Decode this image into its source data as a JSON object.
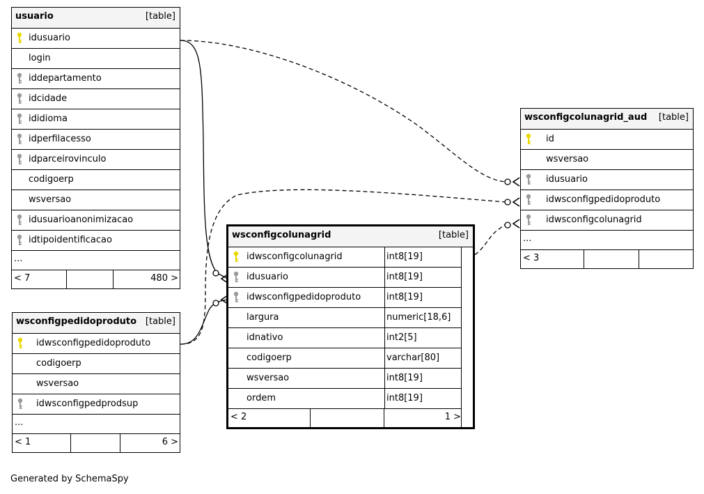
{
  "tables": [
    {
      "id": "usuario",
      "name": "usuario",
      "type_label": "[table]",
      "focus": false,
      "columns": [
        {
          "name": "idusuario",
          "key": "primary"
        },
        {
          "name": "login",
          "key": "none"
        },
        {
          "name": "iddepartamento",
          "key": "foreign"
        },
        {
          "name": "idcidade",
          "key": "foreign"
        },
        {
          "name": "ididioma",
          "key": "foreign"
        },
        {
          "name": "idperfilacesso",
          "key": "foreign"
        },
        {
          "name": "idparceirovinculo",
          "key": "foreign"
        },
        {
          "name": "codigoerp",
          "key": "none"
        },
        {
          "name": "wsversao",
          "key": "none"
        },
        {
          "name": "idusuarioanonimizacao",
          "key": "foreign"
        },
        {
          "name": "idtipoidentificacao",
          "key": "foreign"
        }
      ],
      "more": "...",
      "footer": {
        "parents": "< 7",
        "children": "480 >"
      }
    },
    {
      "id": "wsconfigpedidoproduto",
      "name": "wsconfigpedidoproduto",
      "type_label": "[table]",
      "focus": false,
      "columns": [
        {
          "name": "idwsconfigpedidoproduto",
          "key": "primary"
        },
        {
          "name": "codigoerp",
          "key": "none"
        },
        {
          "name": "wsversao",
          "key": "none"
        },
        {
          "name": "idwsconfigpedprodsup",
          "key": "foreign"
        }
      ],
      "more": "...",
      "footer": {
        "parents": "< 1",
        "children": "6 >"
      }
    },
    {
      "id": "wsconfigcolunagrid",
      "name": "wsconfigcolunagrid",
      "type_label": "[table]",
      "focus": true,
      "columns": [
        {
          "name": "idwsconfigcolunagrid",
          "key": "primary",
          "type": "int8[19]"
        },
        {
          "name": "idusuario",
          "key": "foreign",
          "type": "int8[19]"
        },
        {
          "name": "idwsconfigpedidoproduto",
          "key": "foreign",
          "type": "int8[19]"
        },
        {
          "name": "largura",
          "key": "none",
          "type": "numeric[18,6]"
        },
        {
          "name": "idnativo",
          "key": "none",
          "type": "int2[5]"
        },
        {
          "name": "codigoerp",
          "key": "none",
          "type": "varchar[80]"
        },
        {
          "name": "wsversao",
          "key": "none",
          "type": "int8[19]"
        },
        {
          "name": "ordem",
          "key": "none",
          "type": "int8[19]"
        }
      ],
      "footer": {
        "parents": "< 2",
        "children": "1 >"
      }
    },
    {
      "id": "wsconfigcolunagrid_aud",
      "name": "wsconfigcolunagrid_aud",
      "type_label": "[table]",
      "focus": false,
      "columns": [
        {
          "name": "id",
          "key": "primary"
        },
        {
          "name": "wsversao",
          "key": "none"
        },
        {
          "name": "idusuario",
          "key": "foreign"
        },
        {
          "name": "idwsconfigpedidoproduto",
          "key": "foreign"
        },
        {
          "name": "idwsconfigcolunagrid",
          "key": "foreign"
        }
      ],
      "more": "...",
      "footer": {
        "parents": "< 3",
        "children": ""
      }
    }
  ],
  "relationships": [
    {
      "from": "usuario.idusuario",
      "to": "wsconfigcolunagrid.idusuario",
      "style": "solid"
    },
    {
      "from": "usuario.idusuario",
      "to": "wsconfigcolunagrid_aud.idusuario",
      "style": "dashed"
    },
    {
      "from": "wsconfigpedidoproduto.idwsconfigpedidoproduto",
      "to": "wsconfigcolunagrid.idwsconfigpedidoproduto",
      "style": "solid"
    },
    {
      "from": "wsconfigpedidoproduto.idwsconfigpedidoproduto",
      "to": "wsconfigcolunagrid_aud.idwsconfigpedidoproduto",
      "style": "dashed"
    },
    {
      "from": "wsconfigcolunagrid.idwsconfigcolunagrid",
      "to": "wsconfigcolunagrid_aud.idwsconfigcolunagrid",
      "style": "dashed"
    }
  ],
  "colors": {
    "primary_key": "#e8d800",
    "foreign_key": "#9a9a9a",
    "header_bg": "#f4f4f4"
  },
  "credit": "Generated by SchemaSpy"
}
